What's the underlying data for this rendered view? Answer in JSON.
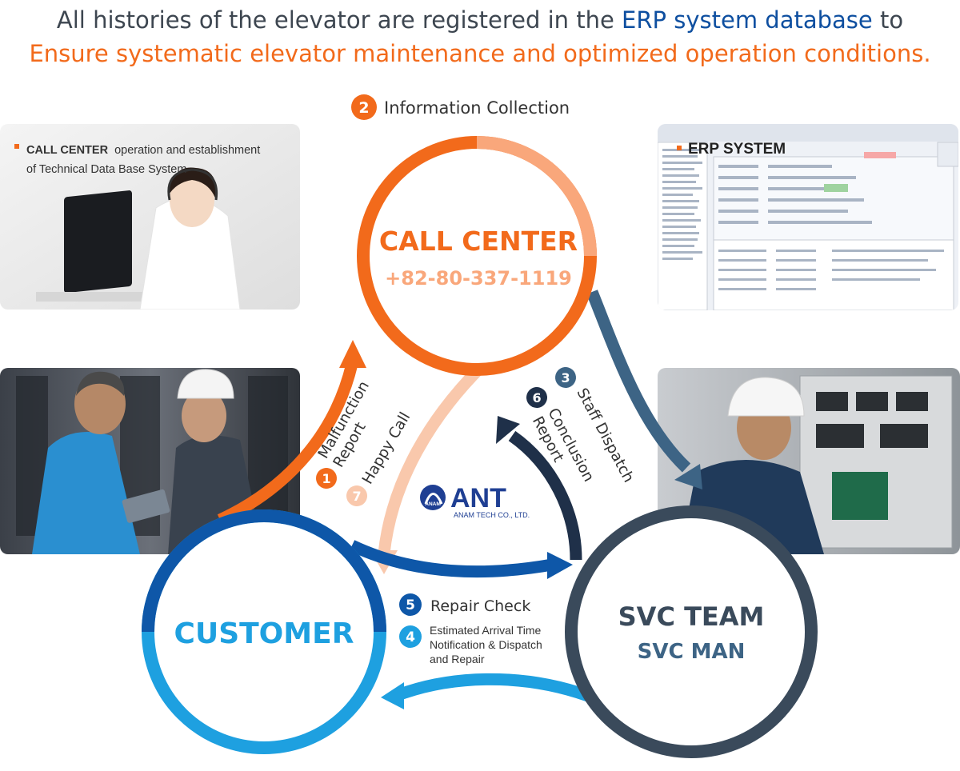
{
  "header": {
    "line1_part1": "All histories of the elevator are registered in the",
    "line1_highlight": "ERP system database",
    "line1_part2": "to",
    "line2": "Ensure systematic elevator maintenance and optimized operation conditions."
  },
  "photos": {
    "callcenter_caption_bold": "CALL CENTER",
    "callcenter_caption_line1": "operation and establishment",
    "callcenter_caption_line2": "of Technical Data Base System",
    "erp_caption": "ERP SYSTEM"
  },
  "nodes": {
    "callcenter": {
      "title": "CALL CENTER",
      "phone": "+82-80-337-1119"
    },
    "customer": {
      "title": "CUSTOMER"
    },
    "svc": {
      "title": "SVC TEAM",
      "subtitle": "SVC MAN"
    }
  },
  "steps": [
    {
      "num": "1",
      "label_line1": "Malfunction",
      "label_line2": "Report"
    },
    {
      "num": "2",
      "label": "Information Collection"
    },
    {
      "num": "3",
      "label": "Staff Dispatch"
    },
    {
      "num": "4",
      "label_line1": "Estimated Arrival Time",
      "label_line2": "Notification & Dispatch",
      "label_line3": "and Repair"
    },
    {
      "num": "5",
      "label": "Repair Check"
    },
    {
      "num": "6",
      "label_line1": "Conclusion",
      "label_line2": "Report"
    },
    {
      "num": "7",
      "label": "Happy Call"
    }
  ],
  "logo": {
    "name": "ANT",
    "subtitle": "ANAM TECH CO., LTD.",
    "mark_text": "ANAM"
  },
  "colors": {
    "orange": "#f26a1b",
    "light_orange": "#f9a77b",
    "peach": "#f9c8ac",
    "dark_blue": "#0e57a8",
    "sky_blue": "#1ea0e0",
    "navy": "#1f3049",
    "slate": "#3d6485",
    "dark_slate": "#3a4a5b"
  }
}
